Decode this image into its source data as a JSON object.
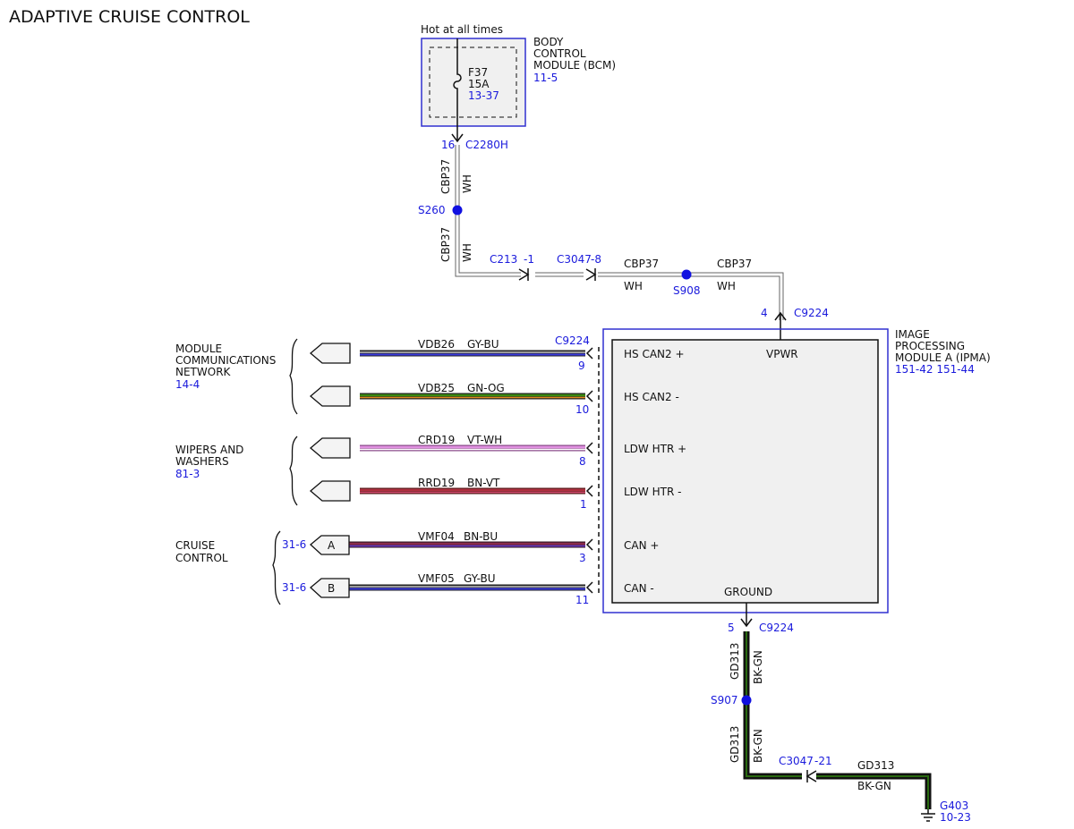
{
  "title": "ADAPTIVE CRUISE CONTROL",
  "colors": {
    "module_border": "#3030d0",
    "module_fill": "#f0f0f0",
    "splice": "#1010e0",
    "ref_text": "#1a1adc",
    "wire_gy_bu": [
      "#9a9a9a",
      "#3a3ae0"
    ],
    "wire_gn_og": [
      "#3a8a10",
      "#e08a20"
    ],
    "wire_vt_wh": [
      "#d070d0",
      "#ffffff"
    ],
    "wire_bn_vt": [
      "#8a2a2a",
      "#d03050"
    ],
    "wire_bn_bu": [
      "#7a2a3a",
      "#6a3ad0"
    ],
    "wire_bk_gn": [
      "#111111",
      "#2a6a10"
    ]
  },
  "bcm": {
    "hot_label": "Hot at all times",
    "name_lines": [
      "BODY",
      "CONTROL",
      "MODULE (BCM)"
    ],
    "ref": "11-5",
    "fuse_name": "F37",
    "fuse_rating": "15A",
    "fuse_ref": "13-37",
    "pin": "16",
    "connector": "C2280H"
  },
  "power_wire": {
    "circuit": "CBP37",
    "color": "WH",
    "splice_s260": "S260",
    "c213": "C213",
    "c213_pin": "-1",
    "c3047": "C3047",
    "c3047_pin": "-8",
    "splice_s908": "S908",
    "ipma_pin": "4",
    "ipma_connector": "C9224"
  },
  "ipma": {
    "name_lines": [
      "IMAGE",
      "PROCESSING",
      "MODULE A (IPMA)"
    ],
    "refs": "151-42  151-44",
    "vpwr": "VPWR",
    "ground": "GROUND",
    "connector": "C9224"
  },
  "signals": [
    {
      "pin_label": "HS CAN2 +",
      "circuit": "VDB26",
      "color": "GY-BU",
      "pin": "9"
    },
    {
      "pin_label": "HS CAN2 -",
      "circuit": "VDB25",
      "color": "GN-OG",
      "pin": "10"
    },
    {
      "pin_label": "LDW HTR +",
      "circuit": "CRD19",
      "color": "VT-WH",
      "pin": "8"
    },
    {
      "pin_label": "LDW HTR -",
      "circuit": "RRD19",
      "color": "BN-VT",
      "pin": "1"
    },
    {
      "pin_label": "CAN +",
      "circuit": "VMF04",
      "color": "BN-BU",
      "pin": "3"
    },
    {
      "pin_label": "CAN -",
      "circuit": "VMF05",
      "color": "GY-BU",
      "pin": "11"
    }
  ],
  "groups": [
    {
      "lines": [
        "MODULE",
        "COMMUNICATIONS",
        "NETWORK"
      ],
      "ref": "14-4"
    },
    {
      "lines": [
        "WIPERS AND",
        "WASHERS"
      ],
      "ref": "81-3"
    },
    {
      "lines": [
        "CRUISE",
        "CONTROL"
      ],
      "ref": ""
    }
  ],
  "cruise_refs": {
    "a_ref": "31-6",
    "a_letter": "A",
    "b_ref": "31-6",
    "b_letter": "B"
  },
  "ground_wire": {
    "pin": "5",
    "connector": "C9224",
    "circuit": "GD313",
    "color": "BK-GN",
    "splice": "S907",
    "c3047": "C3047",
    "c3047_pin": "-21",
    "ground_id": "G403",
    "ground_ref": "10-23"
  }
}
